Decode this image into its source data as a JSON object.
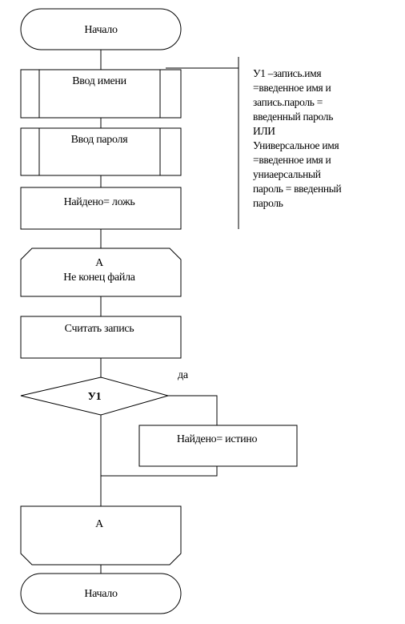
{
  "flowchart": {
    "start_label": "Начало",
    "input_name_label": "Ввод имени",
    "input_password_label": "Ввод пароля",
    "init_found_label": "Найдено= ложь",
    "loop_marker": "А",
    "loop_condition": "Не конец файла",
    "read_record_label": "Считать запись",
    "decision_label": "У1",
    "yes_label": "да",
    "set_found_label": "Найдено= истино",
    "loop_end_marker": "А",
    "end_label": "Начало"
  },
  "note": {
    "lines": [
      "У1 –запись.имя",
      "=введенное имя и",
      "запись.пароль =",
      "введенный пароль",
      "ИЛИ",
      "Универсальное имя",
      "=введенное имя и",
      "униаерсальный",
      "пароль = введенный",
      "пароль"
    ]
  }
}
